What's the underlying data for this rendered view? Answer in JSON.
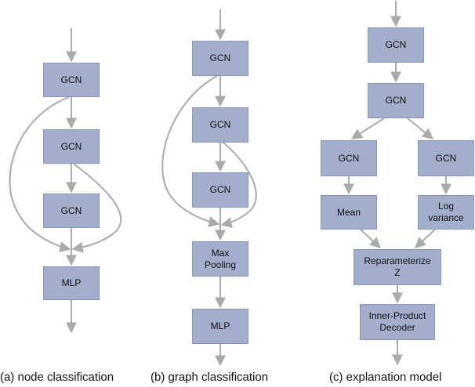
{
  "colors": {
    "box_fill": "#a3adcc",
    "box_border": "#8b95b6",
    "arrow": "#aaaaaa"
  },
  "panels": {
    "node": {
      "caption": "(a) node classification",
      "gcn1": "GCN",
      "gcn2": "GCN",
      "gcn3": "GCN",
      "mlp": "MLP"
    },
    "graph": {
      "caption": "(b) graph classification",
      "gcn1": "GCN",
      "gcn2": "GCN",
      "gcn3": "GCN",
      "pool": "Max\nPooling",
      "mlp": "MLP"
    },
    "explain": {
      "caption": "(c) explanation model",
      "gcn1": "GCN",
      "gcn2": "GCN",
      "gcn_left": "GCN",
      "gcn_right": "GCN",
      "mean": "Mean",
      "logvar": "Log\nvariance",
      "reparam": "Reparameterize\nZ",
      "decoder": "Inner-Product\nDecoder"
    }
  }
}
